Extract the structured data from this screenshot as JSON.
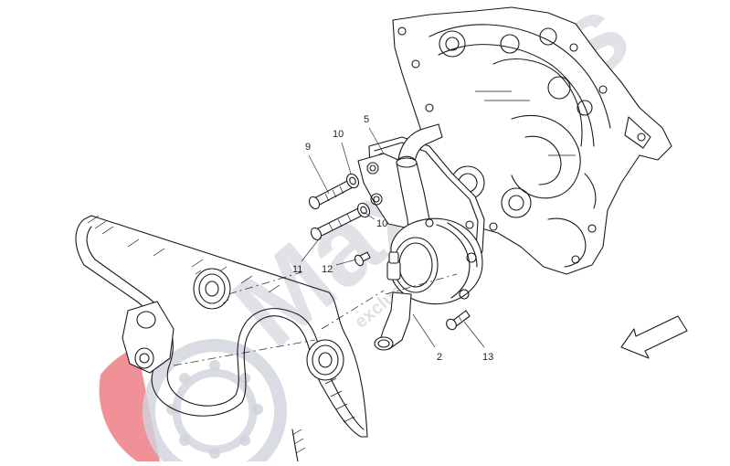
{
  "diagram": {
    "part_labels": [
      {
        "id": "p2",
        "number": "2"
      },
      {
        "id": "p5",
        "number": "5"
      },
      {
        "id": "p9",
        "number": "9"
      },
      {
        "id": "p10a",
        "number": "10"
      },
      {
        "id": "p10b",
        "number": "10"
      },
      {
        "id": "p11",
        "number": "11"
      },
      {
        "id": "p12",
        "number": "12"
      },
      {
        "id": "p13",
        "number": "13"
      }
    ]
  },
  "watermark": {
    "brand": "Maxparts",
    "tagline": "exclusive Ferrari Parts Specialist",
    "brand_color": "#c8ccd4",
    "logo_color": "#e8525c"
  },
  "colors": {
    "line": "#1a1a1a",
    "background": "#ffffff"
  },
  "icons": {
    "direction": "arrow-direction-icon"
  }
}
